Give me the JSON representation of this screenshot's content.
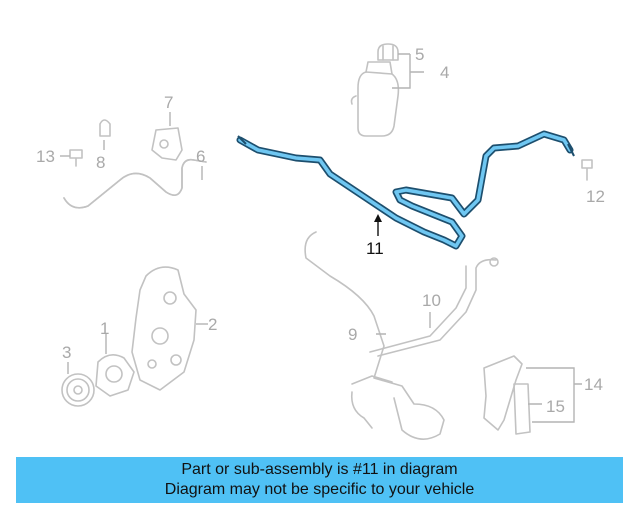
{
  "callouts": {
    "c1": "1",
    "c2": "2",
    "c3": "3",
    "c4": "4",
    "c5": "5",
    "c6": "6",
    "c7": "7",
    "c8": "8",
    "c9": "9",
    "c10": "10",
    "c11": "11",
    "c12": "12",
    "c13": "13",
    "c14": "14",
    "c15": "15"
  },
  "highlight": {
    "part": "11",
    "color": "#4fc1f5",
    "outline": "#1d4f6e"
  },
  "banner": {
    "line1": "Part or sub-assembly is #11 in diagram",
    "line2": "Diagram may not be specific to your vehicle",
    "background": "#4fc1f5"
  }
}
